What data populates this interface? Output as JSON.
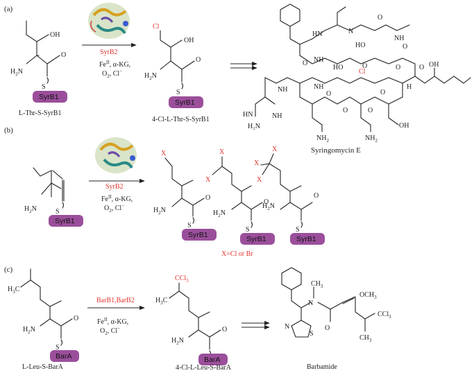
{
  "panels": [
    {
      "id": "a",
      "label": "(a)"
    },
    {
      "id": "b",
      "label": "(b)"
    },
    {
      "id": "c",
      "label": "(c)"
    }
  ],
  "enzymes": {
    "syrb2_a": "SyrB2",
    "syrb2_b": "SyrB2",
    "barb": "BarB1,BarB2"
  },
  "conditions": {
    "fe": "Fe",
    "fe_sup": "II",
    "akg": ", α-KG,",
    "o2": "O",
    "o2_sub": "2",
    "cl": ", Cl",
    "cl_sup": "−"
  },
  "carriers": {
    "syrb1": "SyrB1",
    "bara": "BarA"
  },
  "atoms": {
    "oh": "OH",
    "h2n": "H",
    "h2n_sub": "2",
    "h2n_n": "N",
    "o": "O",
    "s": "S",
    "cl": "Cl",
    "x": "X",
    "ccl3": "CCl",
    "ccl3_sub": "3",
    "h3c": "H",
    "h3c_sub": "3",
    "h3c_c": "C",
    "n": "N",
    "nh": "NH",
    "hn": "HN",
    "h2n_full": "H₂N",
    "nh2": "NH",
    "ch3": "CH",
    "sub3": "3",
    "och3": "OCH",
    "ho": "HO",
    "h": "H",
    "ho2": "HO"
  },
  "names": {
    "thr": "L-Thr-S-SyrB1",
    "clthr": "4-Cl-L-Thr-S-SyrB1",
    "syringomycin": "Syringomycin E",
    "xdef": "X=Cl or Br",
    "leu": "L-Leu-S-BarA",
    "clleu": "4-Cl-L-Leu-S-BarA",
    "barbamide": "Barbamide"
  }
}
